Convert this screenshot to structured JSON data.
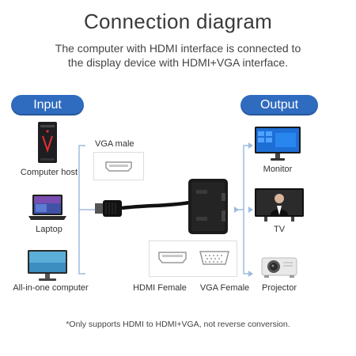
{
  "title": "Connection diagram",
  "subtitle_line1": "The computer with HDMI interface is connected to",
  "subtitle_line2": "the display device with HDMI+VGA interface.",
  "input_label": "Input",
  "output_label": "Output",
  "inputs": [
    "Computer host",
    "Laptop",
    "All-in-one computer"
  ],
  "outputs": [
    "Monitor",
    "TV",
    "Projector"
  ],
  "vga_male_label": "VGA male",
  "hdmi_female_label": "HDMI Female",
  "vga_female_label": "VGA Female",
  "footnote": "*Only supports HDMI to HDMI+VGA, not reverse conversion.",
  "colors": {
    "accent": "#2f6bbf",
    "bracket": "#9dbbe0"
  }
}
